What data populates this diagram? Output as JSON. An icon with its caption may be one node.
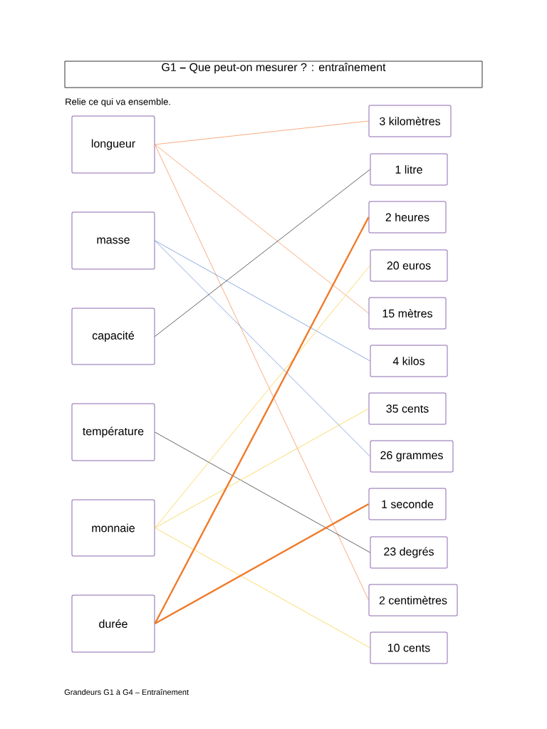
{
  "diagram": {
    "title": "G1 **–** Que peut-on mesurer ? : entraînement",
    "nodes": [
      {
        "text": [
          "longueur"
        ]
      },
      {
        "text": [
          "masse"
        ]
      },
      {
        "text": [
          "capacité"
        ]
      },
      {
        "text": [
          "température"
        ]
      },
      {
        "text": [
          "monnaie"
        ]
      },
      {
        "text": [
          "durée"
        ]
      },
      {
        "text": [
          "3 kilomètres"
        ]
      },
      {
        "text": [
          "1 litre"
        ]
      },
      {
        "text": [
          "2 heures"
        ]
      },
      {
        "text": [
          "20 euros"
        ]
      },
      {
        "text": [
          "15 mètres"
        ]
      },
      {
        "text": [
          "4 kilos"
        ]
      },
      {
        "text": [
          "35 cents"
        ]
      },
      {
        "text": [
          "26 grammes"
        ]
      },
      {
        "text": [
          "1 seconde"
        ]
      },
      {
        "text": [
          "23 degrés"
        ]
      },
      {
        "text": [
          "2 centimètres"
        ]
      },
      {
        "text": [
          "10 cents"
        ]
      }
    ],
    "edges": [
      {
        "from": 0,
        "to": 6,
        "arrow": "none",
        "color": "#f4894b"
      },
      {
        "from": 0,
        "to": 10,
        "arrow": "none",
        "color": "#f4894b"
      },
      {
        "from": 0,
        "to": 16,
        "arrow": "none",
        "color": "#f4894b"
      },
      {
        "from": 1,
        "to": 11,
        "arrow": "none",
        "color": "#5b86d6"
      },
      {
        "from": 1,
        "to": 13,
        "arrow": "none",
        "color": "#5b86d6"
      },
      {
        "from": 2,
        "to": 7,
        "arrow": "none",
        "color": "#222222"
      },
      {
        "from": 3,
        "to": 15,
        "arrow": "none",
        "color": "#222222"
      },
      {
        "from": 4,
        "to": 9,
        "arrow": "none",
        "color": "#f8cc2e"
      },
      {
        "from": 4,
        "to": 12,
        "arrow": "none",
        "color": "#f8cc2e"
      },
      {
        "from": 4,
        "to": 17,
        "arrow": "none",
        "color": "#f8cc2e"
      },
      {
        "from": 5,
        "to": 8,
        "arrow": "none",
        "style": "thick",
        "color": "#f07a2a"
      },
      {
        "from": 5,
        "to": 14,
        "arrow": "none",
        "style": "thick",
        "color": "#f07a2a"
      }
    ],
    "labels": [
      "Relie ce qui va ensemble.",
      "Grandeurs G1 à G4 – Entraînement"
    ]
  }
}
